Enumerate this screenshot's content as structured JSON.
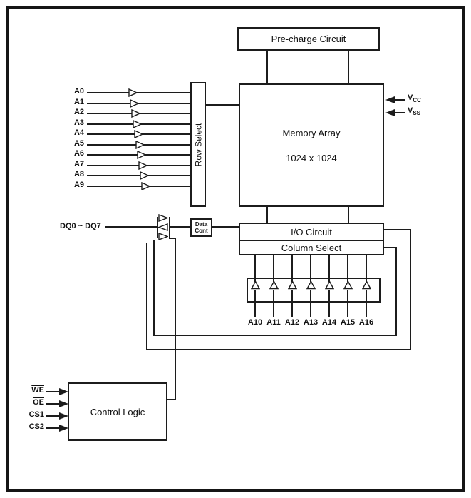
{
  "colors": {
    "line": "#1c1c1c",
    "background": "#ffffff"
  },
  "diagram": {
    "blocks": {
      "precharge_label": "Pre-charge Circuit",
      "memory_array_title": "Memory Array",
      "memory_array_size": "1024 x 1024",
      "row_select_label": "Row Select",
      "io_circuit_label": "I/O Circuit",
      "column_select_label": "Column Select",
      "data_control_line1": "Data",
      "data_control_line2": "Cont",
      "control_logic_label": "Control Logic"
    },
    "row_address_labels": [
      "A0",
      "A1",
      "A2",
      "A3",
      "A4",
      "A5",
      "A6",
      "A7",
      "A8",
      "A9"
    ],
    "column_address_labels": [
      "A10",
      "A11",
      "A12",
      "A13",
      "A14",
      "A15",
      "A16"
    ],
    "data_bus_label": "DQ0 ~ DQ7",
    "power_pins": [
      {
        "base": "V",
        "sub": "CC"
      },
      {
        "base": "V",
        "sub": "SS"
      }
    ],
    "control_inputs": [
      {
        "label": "WE",
        "overline_class": "ov"
      },
      {
        "label": "OE",
        "overline_class": "ov"
      },
      {
        "label": "CS1",
        "overline_class": "ov"
      },
      {
        "label": "CS2",
        "overline_class": ""
      }
    ]
  }
}
